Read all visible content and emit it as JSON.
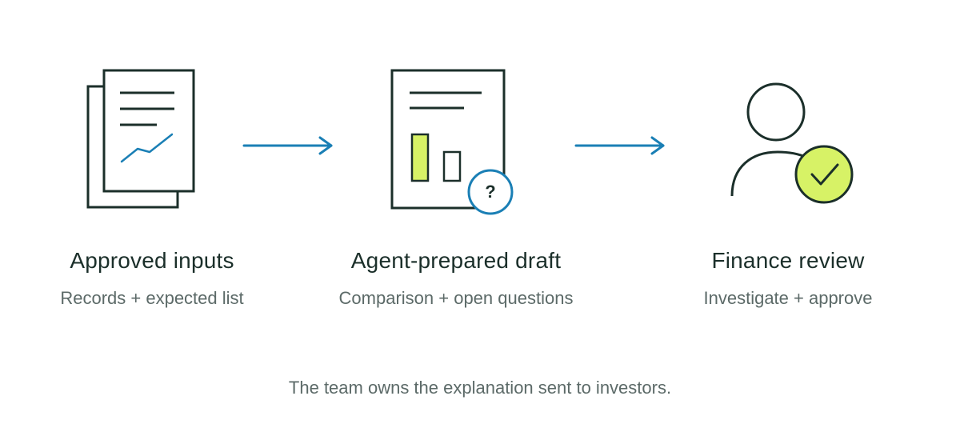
{
  "colors": {
    "ink": "#1b2f2a",
    "muted": "#5c6a68",
    "accent_green": "#d7f266",
    "arrow_blue": "#1a7fb5"
  },
  "steps": [
    {
      "title": "Approved inputs",
      "subtitle": "Records + expected list",
      "icon": "stacked-documents-chart-icon"
    },
    {
      "title": "Agent-prepared draft",
      "subtitle": "Comparison + open questions",
      "icon": "draft-report-question-icon",
      "badge": "?"
    },
    {
      "title": "Finance review",
      "subtitle": "Investigate + approve",
      "icon": "person-approved-check-icon"
    }
  ],
  "caption": "The team owns the explanation sent to investors."
}
